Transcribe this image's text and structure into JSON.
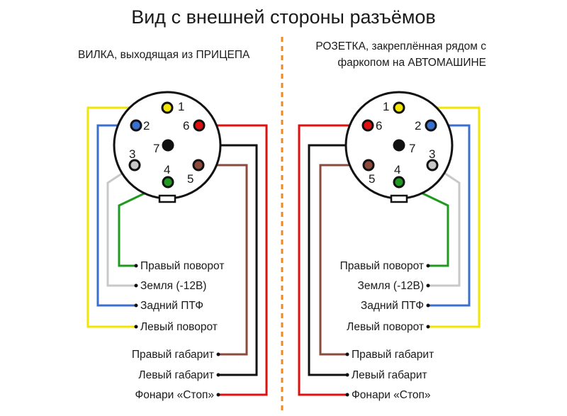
{
  "title": "Вид с внешней стороны разъёмов",
  "left": {
    "subtitle": "ВИЛКА, выходящая из ПРИЦЕПА",
    "pins": [
      "1",
      "2",
      "3",
      "4",
      "5",
      "6",
      "7"
    ],
    "labels": [
      "Правый поворот",
      "Земля (-12В)",
      "Задний ПТФ",
      "Левый поворот",
      "Правый габарит",
      "Левый габарит",
      "Фонари «Стоп»"
    ]
  },
  "right": {
    "subtitle_line1": "РОЗЕТКА, закреплённая рядом с",
    "subtitle_line2": "фаркопом на АВТОМАШИНЕ",
    "pins": [
      "1",
      "2",
      "3",
      "4",
      "5",
      "6",
      "7"
    ],
    "labels": [
      "Правый поворот",
      "Земля (-12В)",
      "Задний ПТФ",
      "Левый поворот",
      "Правый габарит",
      "Левый габарит",
      "Фонари «Стоп»"
    ]
  },
  "colors": {
    "pin1_yellow": "#f2e600",
    "pin2_blue": "#3a6fd0",
    "pin3_gray": "#c8c8c8",
    "pin4_green": "#1f9a1f",
    "pin5_brown": "#8b4a3c",
    "pin6_red": "#e01010",
    "pin7_black": "#111111",
    "divider_orange": "#ee8a22"
  }
}
